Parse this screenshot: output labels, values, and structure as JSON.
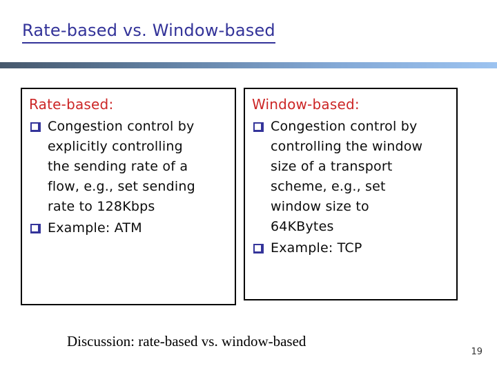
{
  "slide": {
    "title": "Rate-based vs. Window-based",
    "discussion": "Discussion: rate-based vs. window-based",
    "page_number": "19"
  },
  "boxes": [
    {
      "heading": "Rate-based:",
      "bullets": [
        "Congestion control by\nexplicitly controlling\nthe sending rate of a\nflow, e.g., set sending\nrate to 128Kbps",
        "Example: ATM"
      ]
    },
    {
      "heading": "Window-based:",
      "bullets": [
        "Congestion control by\ncontrolling the window\nsize of a transport\nscheme, e.g., set\nwindow size to\n64KBytes",
        "Example: TCP"
      ]
    }
  ],
  "colors": {
    "title_navy": "#333399",
    "heading_red": "#cc2626",
    "bullet_navy": "#34349a",
    "divider_gradient_left": "#46586c",
    "divider_gradient_right": "#9cc3f0",
    "body_text": "#0b0b0b",
    "background": "#ffffff"
  }
}
